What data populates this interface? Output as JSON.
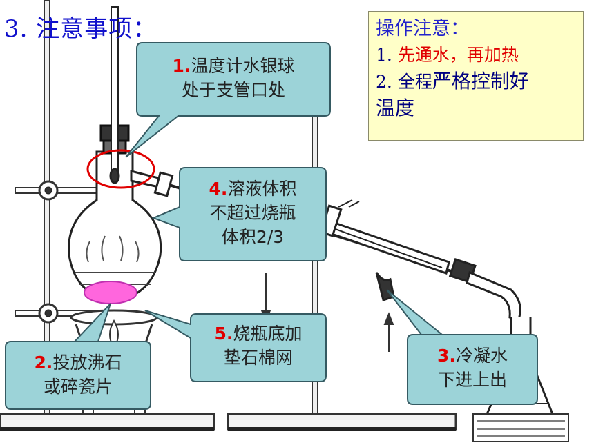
{
  "title": "3. 注意事项：",
  "notes": {
    "heading": "操作注意：",
    "item1_prefix": "1. ",
    "item1_text": "先通水，再加热",
    "item2_prefix": "2. ",
    "item2_text_a": "全程",
    "item2_text_b": "严格控制好",
    "item2_text_c": "温度"
  },
  "callouts": [
    {
      "num": "1.",
      "line1": "温度计水银球",
      "line2": "处于支管口处"
    },
    {
      "num": "2.",
      "line1": "投放沸石",
      "line2": "或碎瓷片"
    },
    {
      "num": "3.",
      "line1": "冷凝水",
      "line2": "下进上出"
    },
    {
      "num": "4.",
      "line1": "溶液体积",
      "line2": "不超过烧瓶",
      "line3": "体积2/3"
    },
    {
      "num": "5.",
      "line1": "烧瓶底加",
      "line2": "垫石棉网"
    }
  ],
  "colors": {
    "callout_fill": "#9cd3d8",
    "callout_stroke": "#355a62",
    "number_red": "#e00000",
    "note_bg": "#ffffc8",
    "title_blue": "#1010cc",
    "boiling_stone": "#ff66dd"
  }
}
